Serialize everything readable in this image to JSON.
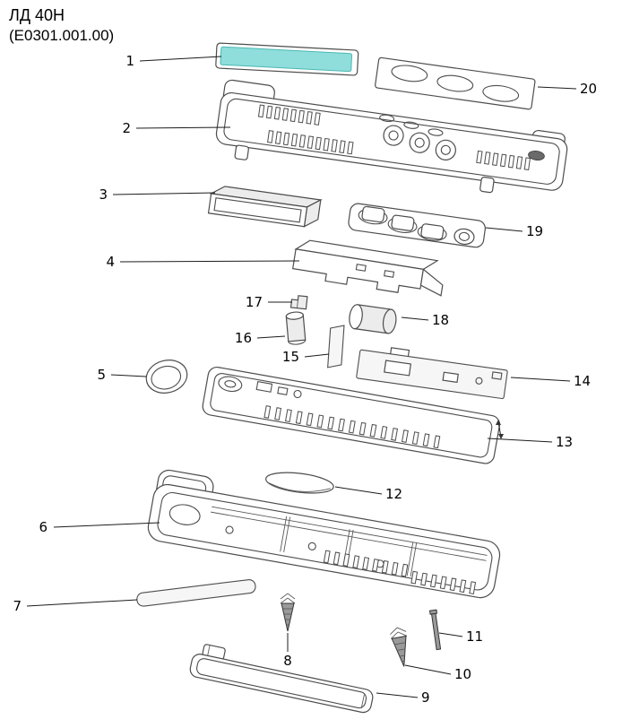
{
  "title": {
    "model": "ЛД 40Н",
    "code": "(E0301.001.00)"
  },
  "diagram": {
    "type": "exploded-view-parts-diagram",
    "colors": {
      "display_glass": "#8FDEDB",
      "line": "#4D4D4D",
      "label_text": "#000000",
      "background": "#FFFFFF"
    },
    "labels": [
      {
        "number": "1"
      },
      {
        "number": "2"
      },
      {
        "number": "3"
      },
      {
        "number": "4"
      },
      {
        "number": "5"
      },
      {
        "number": "6"
      },
      {
        "number": "7"
      },
      {
        "number": "8"
      },
      {
        "number": "9"
      },
      {
        "number": "10"
      },
      {
        "number": "11"
      },
      {
        "number": "12"
      },
      {
        "number": "13"
      },
      {
        "number": "14"
      },
      {
        "number": "15"
      },
      {
        "number": "16"
      },
      {
        "number": "17"
      },
      {
        "number": "18"
      },
      {
        "number": "19"
      },
      {
        "number": "20"
      }
    ]
  }
}
